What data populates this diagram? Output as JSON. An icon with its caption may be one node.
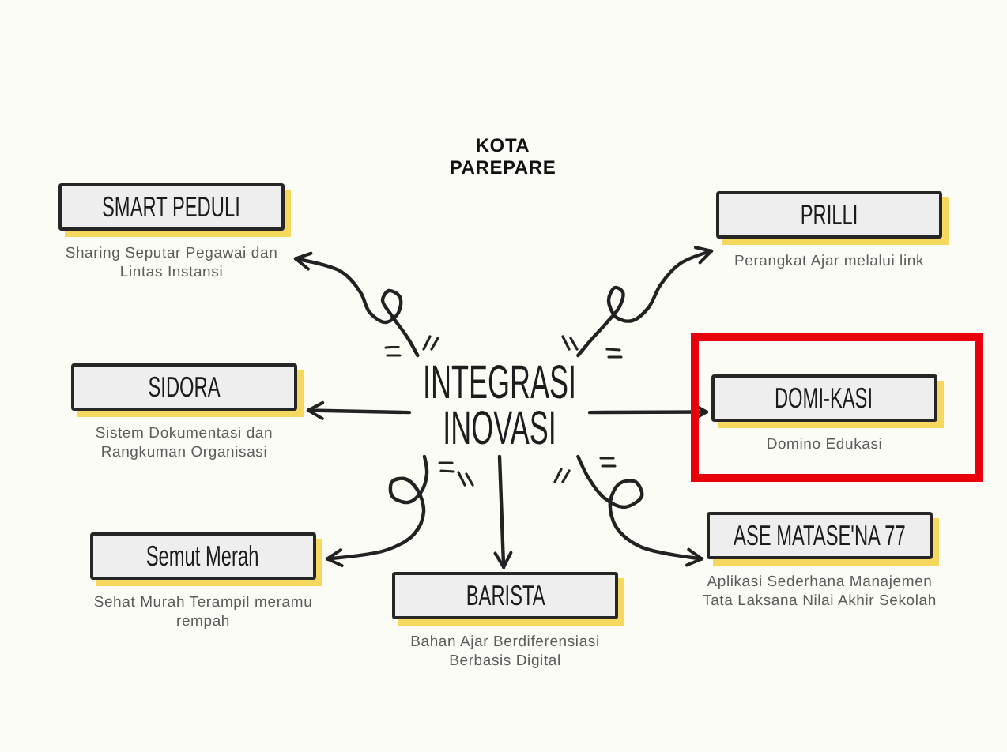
{
  "diagram": {
    "nodes": [
      {
        "text": [
          "INTEGRASI INOVASI"
        ]
      },
      {
        "text": [
          "SMART PEDULI"
        ],
        "beside": [
          "Sharing Seputar Pegawai dan Lintas Instansi"
        ]
      },
      {
        "text": [
          "PRILLI"
        ],
        "beside": [
          "Perangkat Ajar melalui link"
        ]
      },
      {
        "text": [
          "SIDORA"
        ],
        "beside": [
          "Sistem Dokumentasi dan Rangkuman Organisasi"
        ]
      },
      {
        "text": [],
        "shape": "box"
      },
      {
        "text": [
          "DOMI-KASI"
        ],
        "in": 4,
        "beside": [
          "Domino Edukasi"
        ]
      },
      {
        "text": [
          "ASE MATASE'NA 77"
        ],
        "beside": [
          "Aplikasi Sederhana Manajemen Tata Laksana Nilai Akhir Sekolah"
        ]
      },
      {
        "text": [
          "Semut Merah"
        ],
        "beside": [
          "Sehat Murah Terampil meramu rempah"
        ]
      },
      {
        "text": [
          "BARISTA"
        ],
        "beside": [
          "Bahan Ajar Berdiferensiasi Berbasis Digital"
        ]
      }
    ],
    "edges": [
      {
        "from": 0,
        "to": 1,
        "arrow": "to"
      },
      {
        "from": 0,
        "to": 2,
        "arrow": "to"
      },
      {
        "from": 0,
        "to": 3,
        "arrow": "to"
      },
      {
        "from": 0,
        "to": 5,
        "arrow": "to"
      },
      {
        "from": 0,
        "to": 6,
        "arrow": "to"
      },
      {
        "from": 0,
        "to": 7,
        "arrow": "to"
      },
      {
        "from": 0,
        "to": 8,
        "arrow": "to"
      }
    ],
    "labels": [
      "KOTA PAREPARE"
    ]
  }
}
